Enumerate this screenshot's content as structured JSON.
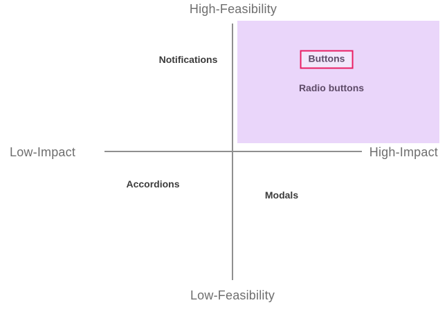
{
  "matrix": {
    "title": "impact-feasibility prioritization matrix",
    "axes": {
      "top_label": "High-Feasibility",
      "bottom_label": "Low-Feasibility",
      "left_label": "Low-Impact",
      "right_label": "High-Impact"
    },
    "highlighted_quadrant": "top-right",
    "items": [
      {
        "label": "Notifications",
        "quadrant": "top-left",
        "selected": false
      },
      {
        "label": "Buttons",
        "quadrant": "top-right",
        "selected": true
      },
      {
        "label": "Radio buttons",
        "quadrant": "top-right",
        "selected": false
      },
      {
        "label": "Accordions",
        "quadrant": "bottom-left",
        "selected": false
      },
      {
        "label": "Modals",
        "quadrant": "bottom-right",
        "selected": false
      }
    ],
    "colors": {
      "quadrant_highlight_fill": "#EAD6FA",
      "selected_item_border": "#E91E63",
      "selected_item_fill": "#F2E7FC",
      "highlight_item_text": "#5E4B68",
      "item_text": "#3B3B3B",
      "axis_label_text": "#6E6E6E",
      "axis_line": "#8F8F8F",
      "background": "#FFFFFF"
    }
  },
  "chart_data": {
    "type": "scatter",
    "title": "",
    "xlabel_low": "Low-Impact",
    "xlabel_high": "High-Impact",
    "ylabel_low": "Low-Feasibility",
    "ylabel_high": "High-Feasibility",
    "points": [
      {
        "label": "Notifications",
        "x": -0.35,
        "y": 0.7
      },
      {
        "label": "Buttons",
        "x": 0.75,
        "y": 0.7
      },
      {
        "label": "Radio buttons",
        "x": 0.78,
        "y": 0.48
      },
      {
        "label": "Accordions",
        "x": -0.62,
        "y": -0.25
      },
      {
        "label": "Modals",
        "x": 0.38,
        "y": -0.33
      }
    ],
    "legend": false,
    "grid": false
  }
}
